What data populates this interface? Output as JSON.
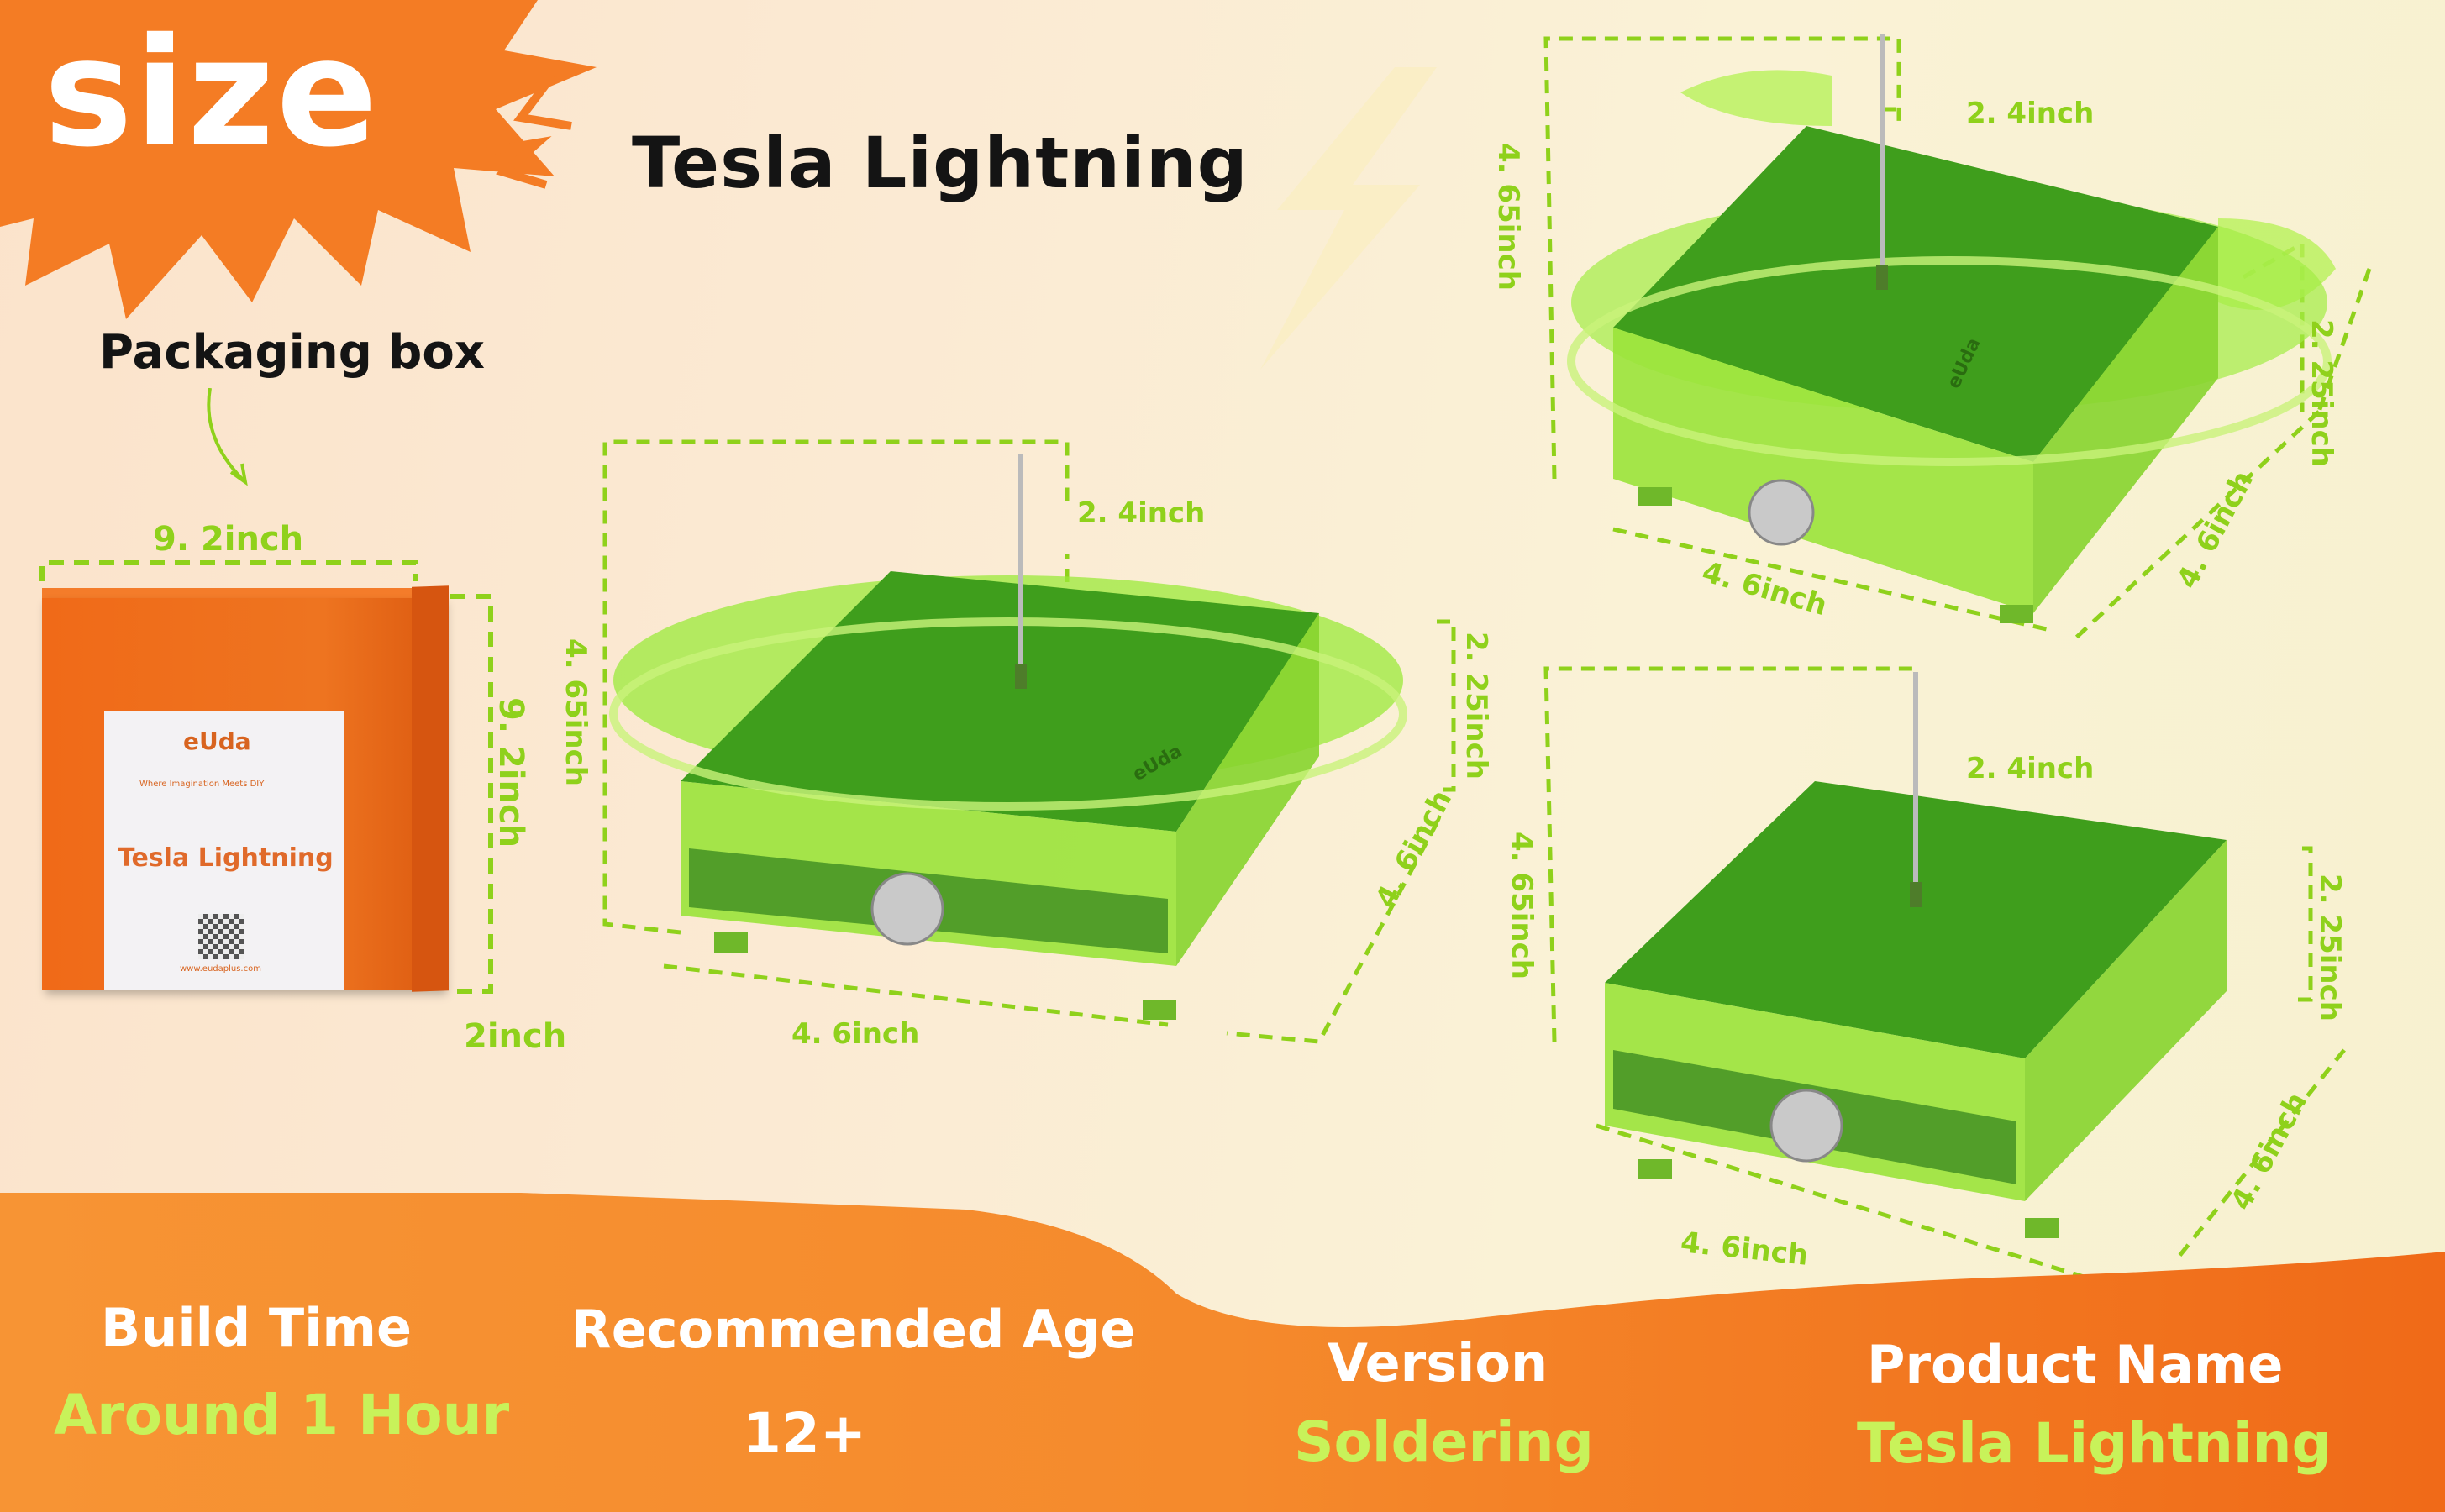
{
  "header": {
    "size_label": "size",
    "title": "Tesla Lightning"
  },
  "packaging": {
    "label": "Packaging box",
    "width": "9. 2inch",
    "height": "9. 2inch",
    "depth": "2inch",
    "card": {
      "logo": "eUda",
      "tagline": "Where Imagination Meets DIY",
      "title": "Tesla Lightning",
      "url": "www.eudaplus.com"
    }
  },
  "product_views": [
    {
      "height": "4. 65inch",
      "rod": "2. 4inch",
      "depth": "2. 25inch",
      "length": "4. 6inch",
      "width": "4. 6inch",
      "logo": "eUda"
    },
    {
      "height": "4. 65inch",
      "rod": "2. 4inch",
      "depth": "2. 25inch",
      "length": "4. 6inch",
      "width": "4. 6inch",
      "logo": "eUda"
    },
    {
      "height": "4. 65inch",
      "rod": "2. 4inch",
      "depth": "2. 25inch",
      "length": "4. 6inch",
      "width": "4. 6inch"
    }
  ],
  "specs": [
    {
      "label": "Build Time",
      "value": "Around 1 Hour"
    },
    {
      "label": "Recommended Age",
      "value": "12+"
    },
    {
      "label": "Version",
      "value": "Soldering"
    },
    {
      "label": "Product Name",
      "value": "Tesla Lightning"
    }
  ],
  "colors": {
    "orange": "#f47c24",
    "dim_green": "#8fd11b",
    "acrylic_green": "#7fe02a",
    "value_green": "#c8f25a"
  }
}
